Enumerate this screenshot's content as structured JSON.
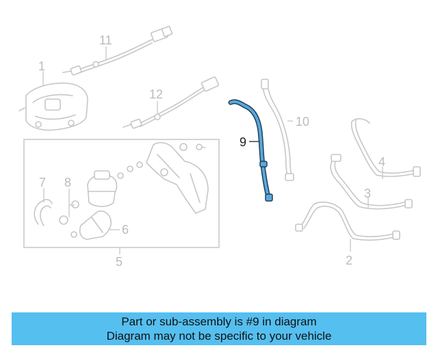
{
  "callouts": [
    {
      "id": "1",
      "label": "1"
    },
    {
      "id": "2",
      "label": "2"
    },
    {
      "id": "3",
      "label": "3"
    },
    {
      "id": "4",
      "label": "4"
    },
    {
      "id": "5",
      "label": "5"
    },
    {
      "id": "6",
      "label": "6"
    },
    {
      "id": "7",
      "label": "7"
    },
    {
      "id": "8",
      "label": "8"
    },
    {
      "id": "9",
      "label": "9"
    },
    {
      "id": "10",
      "label": "10"
    },
    {
      "id": "11",
      "label": "11"
    },
    {
      "id": "12",
      "label": "12"
    }
  ],
  "highlighted_part": "9",
  "colors": {
    "highlight_stroke": "#1f3f5c",
    "highlight_fill": "#5aa8d8",
    "part_gray": "#c4c6c8",
    "banner_bg": "#55bff0"
  },
  "banner": {
    "line1": "Part or sub-assembly is #9 in diagram",
    "line2": "Diagram may not be specific to your vehicle"
  }
}
